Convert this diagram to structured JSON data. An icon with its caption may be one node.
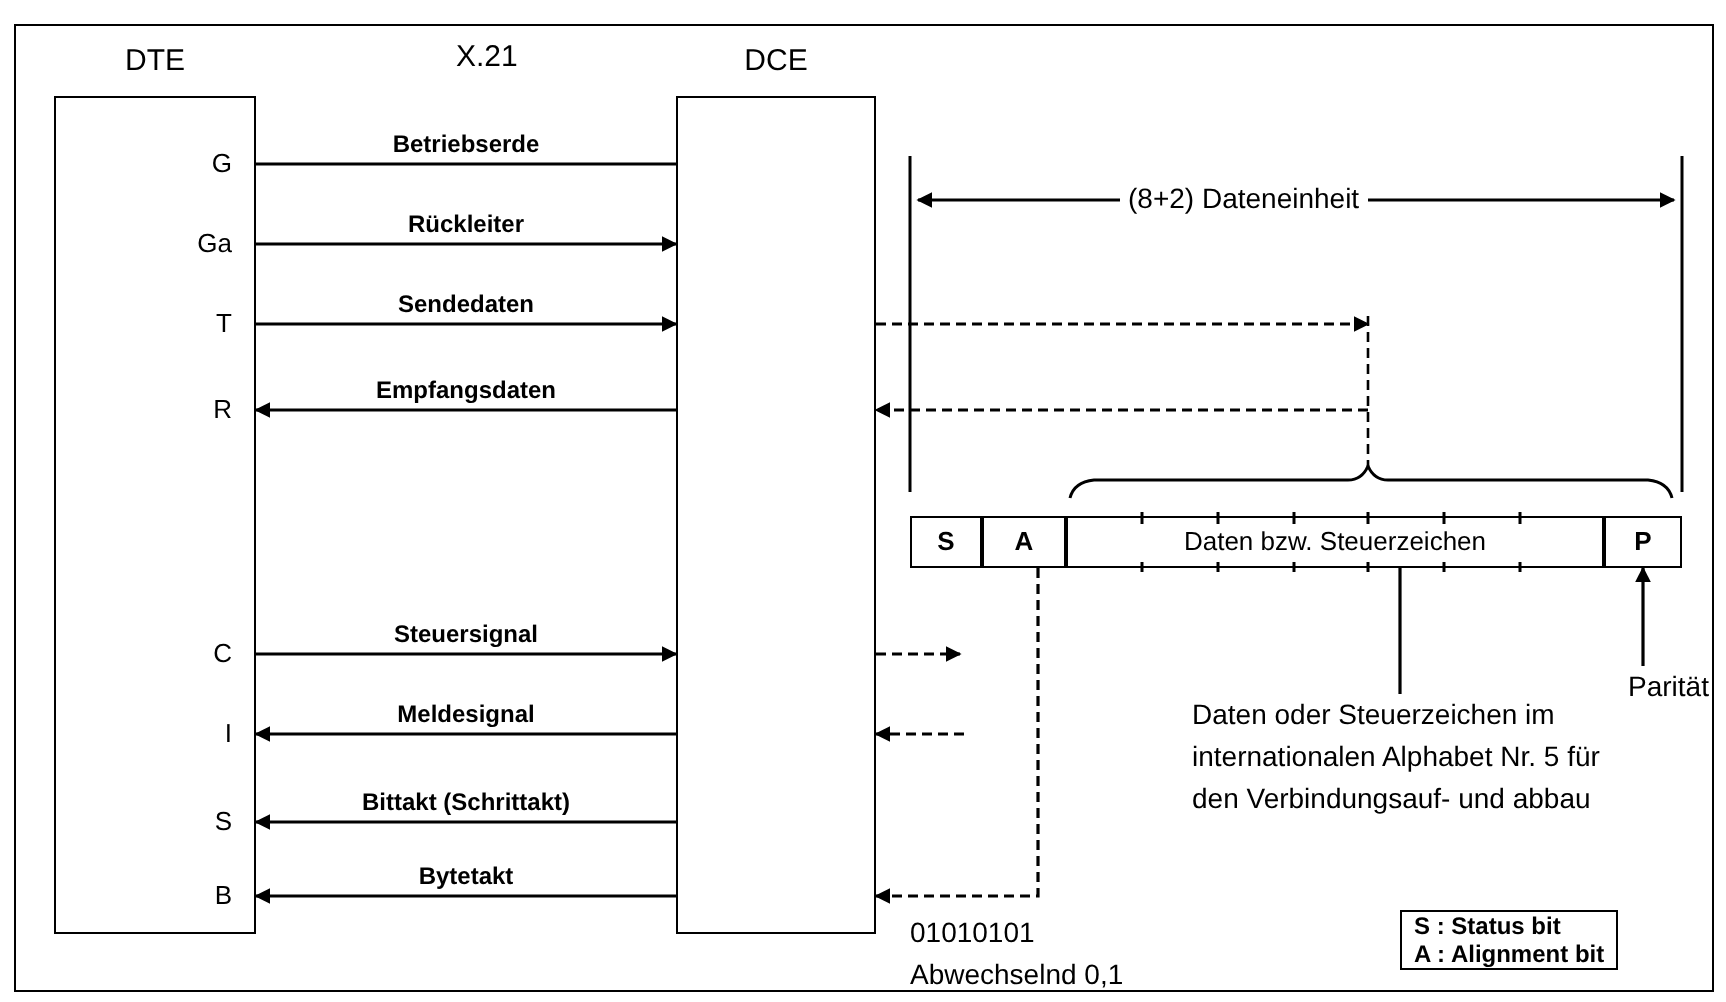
{
  "diagram": {
    "title": "X.21",
    "nodes": [
      {
        "text": [
          "DTE"
        ]
      },
      {
        "text": [
          "G"
        ],
        "in": 0
      },
      {
        "text": [
          "Ga"
        ],
        "in": 0
      },
      {
        "text": [
          "T"
        ],
        "in": 0
      },
      {
        "text": [
          "R"
        ],
        "in": 0
      },
      {
        "text": [
          "C"
        ],
        "in": 0
      },
      {
        "text": [
          "I"
        ],
        "in": 0
      },
      {
        "text": [
          "S"
        ],
        "in": 0
      },
      {
        "text": [
          "B"
        ],
        "in": 0
      },
      {
        "text": [
          "DCE"
        ]
      },
      {
        "text": [
          "S"
        ]
      },
      {
        "text": [
          "A"
        ]
      },
      {
        "text": [
          "Daten bzw. Steuerzeichen"
        ]
      },
      {
        "text": [
          "P"
        ]
      },
      {
        "text": [
          "Daten oder Steuerzeichen im internationalen Alphabet Nr. 5 für den Verbindungsauf- und abbau"
        ]
      },
      {
        "text": [
          "Parität"
        ]
      }
    ],
    "edges": [
      {
        "from": 1,
        "to": 9,
        "arrow": "none",
        "label": "Betriebserde"
      },
      {
        "from": 2,
        "to": 9,
        "arrow": "to",
        "label": "Rückleiter"
      },
      {
        "from": 3,
        "to": 9,
        "arrow": "to",
        "label": "Sendedaten"
      },
      {
        "from": 9,
        "to": 4,
        "arrow": "to",
        "label": "Empfangsdaten"
      },
      {
        "from": 5,
        "to": 9,
        "arrow": "to",
        "label": "Steuersignal"
      },
      {
        "from": 9,
        "to": 6,
        "arrow": "to",
        "label": "Meldesignal"
      },
      {
        "from": 9,
        "to": 7,
        "arrow": "to",
        "label": "Bittakt (Schrittakt)"
      },
      {
        "from": 9,
        "to": 8,
        "arrow": "to",
        "label": "Bytetakt"
      },
      {
        "from": 9,
        "to": null,
        "arrow": "to",
        "style": "dashed"
      },
      {
        "from": null,
        "to": 9,
        "arrow": "to",
        "style": "dashed"
      },
      {
        "from": 9,
        "to": null,
        "arrow": "to",
        "style": "dashed"
      },
      {
        "from": null,
        "to": 9,
        "arrow": "to",
        "style": "dashed"
      },
      {
        "from": 11,
        "to": 9,
        "arrow": "to",
        "style": "dashed"
      },
      {
        "from": 12,
        "to": 14,
        "arrow": "none"
      },
      {
        "from": 15,
        "to": 13,
        "arrow": "to"
      }
    ],
    "labels": [
      "(8+2) Dateneinheit",
      "01010101",
      "Abwechselnd 0,1"
    ],
    "legend": [
      {
        "text": "S : Status bit"
      },
      {
        "text": "A : Alignment bit"
      }
    ]
  }
}
